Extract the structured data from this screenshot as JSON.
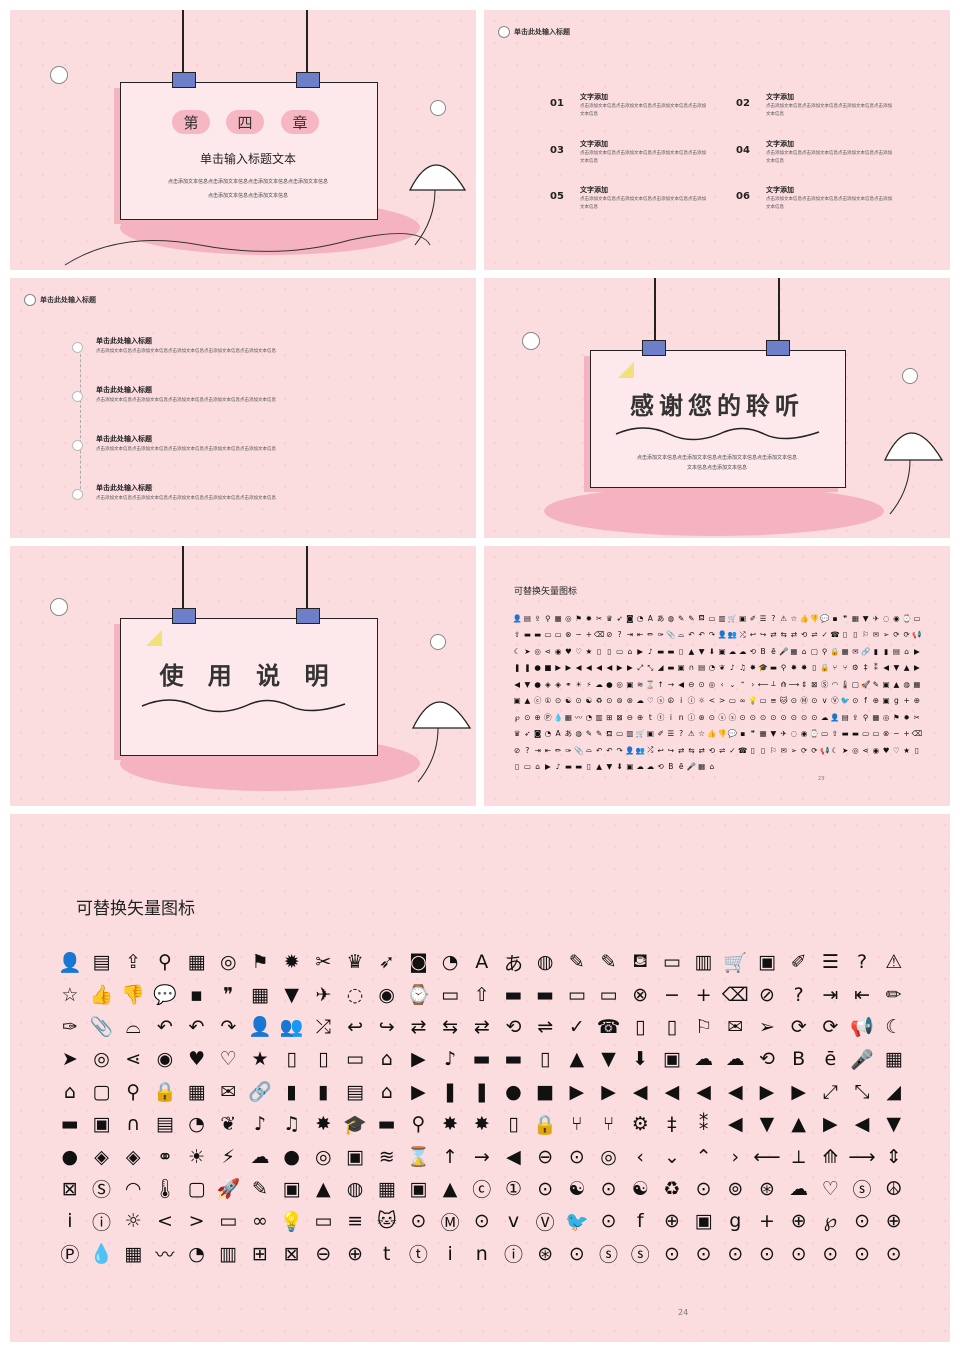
{
  "slide1": {
    "clouds": [
      "第",
      "四",
      "章"
    ],
    "title": "单击输入标题文本",
    "line1": "点击添加文本信息点击添加文本信息点击添加文本信息点击添加文本信息",
    "line2": "点击添加文本信息点击添加文本信息"
  },
  "slide2": {
    "header": "单击此处输入标题",
    "items": [
      {
        "num": "01",
        "title": "文字添加",
        "text": "点击添加文本信息点击添加文本信息点击添加文本信息点击添加文本信息"
      },
      {
        "num": "02",
        "title": "文字添加",
        "text": "点击添加文本信息点击添加文本信息点击添加文本信息点击添加文本信息"
      },
      {
        "num": "03",
        "title": "文字添加",
        "text": "点击添加文本信息点击添加文本信息点击添加文本信息点击添加文本信息"
      },
      {
        "num": "04",
        "title": "文字添加",
        "text": "点击添加文本信息点击添加文本信息点击添加文本信息点击添加文本信息"
      },
      {
        "num": "05",
        "title": "文字添加",
        "text": "点击添加文本信息点击添加文本信息点击添加文本信息点击添加文本信息"
      },
      {
        "num": "06",
        "title": "文字添加",
        "text": "点击添加文本信息点击添加文本信息点击添加文本信息点击添加文本信息"
      }
    ]
  },
  "slide3": {
    "header": "单击此处输入标题",
    "items": [
      {
        "title": "单击此处输入标题",
        "text": "点击添加文本信息点击添加文本信息点击添加文本信息点击添加文本信息点击添加文本信息"
      },
      {
        "title": "单击此处输入标题",
        "text": "点击添加文本信息点击添加文本信息点击添加文本信息点击添加文本信息点击添加文本信息"
      },
      {
        "title": "单击此处输入标题",
        "text": "点击添加文本信息点击添加文本信息点击添加文本信息点击添加文本信息点击添加文本信息"
      },
      {
        "title": "单击此处输入标题",
        "text": "点击添加文本信息点击添加文本信息点击添加文本信息点击添加文本信息点击添加文本信息"
      }
    ]
  },
  "slide4": {
    "title": "感谢您的聆听",
    "line1": "点击添加文本信息点击添加文本信息点击添加文本信息点击添加文本信息",
    "line2": "文本信息点击添加文本信息"
  },
  "slide5": {
    "title": "使 用 说 明"
  },
  "slide6": {
    "title": "可替换矢量图标",
    "page": "23"
  },
  "slide7": {
    "title": "可替换矢量图标",
    "page": "24",
    "icon_glyphs": "👤▤⇪⚲▦◎⚑✹✂♛➶◙◔Aあ◍✎✎⛾▭▥🛒▣✐☰?⚠☆👍👎💬▪❞▦▼✈◌◉⌚▭⇧▬▬▭▭⊗−+⌫⊘?⇥⇤✏✑📎⌓↶↶↷👤👥⤮↩↪⇄⇆⇄⟲⇌✓☎▯▯⚐✉➢⟳⟳📢☾➤◎⋖◉♥♡★▯▯▭⌂▶♪▬▬▯▲▼⬇▣☁☁⟲Bē🎤▦⌂▢⚲🔒▦✉🔗▮▮▤⌂▶❚❚●■▶▶◀◀◀◀▶▶⤢⤡◢▬▣∩▤◔❦♪♫✸🎓▬⚲✸✸▯🔒⑂⑂⚙‡⁑◀▼▲▶◀▼●◈◈⚭☀⚡☁●◎▣≋⌛↑→◀⊖⊙◎‹⌄⌃›⟵⟂⟰⟶⇕⊠Ⓢ◠🌡▢🚀✎▣▲◍▦▣▲ⓒ①⊙☯⊙☯♻⊙⊚⊛☁♡ⓢ☮iⓘ☼<>▭∞💡▭≡🐱⊙Ⓜ⊙vⓋ🐦⊙f⊕▣g+⊕℘⊙⊕Ⓟ💧▦〰◔▥⊞⊠⊖⊕tⓣinⓘ⊛⊙ⓢⓢ⊙⊙⊙⊙⊙⊙⊙⊙☁"
  }
}
